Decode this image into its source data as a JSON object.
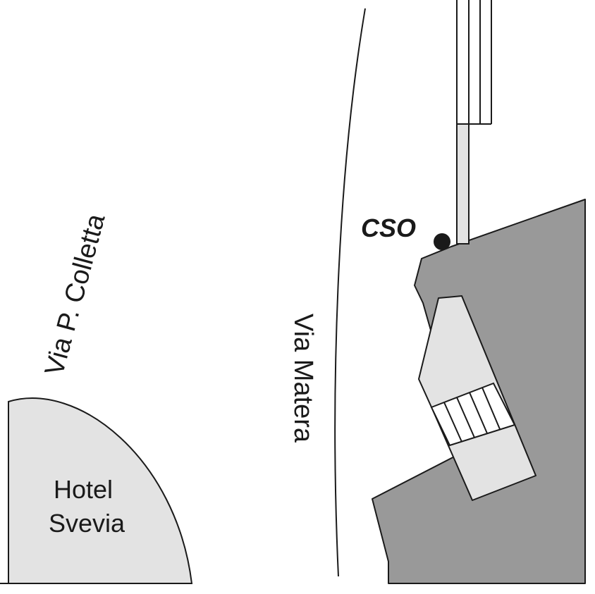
{
  "map": {
    "streets": {
      "via_colletta": "Via P. Colletta",
      "via_matera": "Via Matera"
    },
    "hotel": {
      "line1": "Hotel",
      "line2": "Svevia"
    },
    "marker": {
      "label": "CSO",
      "icon": "filled-circle-icon"
    },
    "colors": {
      "building": "#999999",
      "light_fill": "#e3e3e3",
      "outline": "#1a1a1a",
      "background": "#ffffff"
    }
  }
}
